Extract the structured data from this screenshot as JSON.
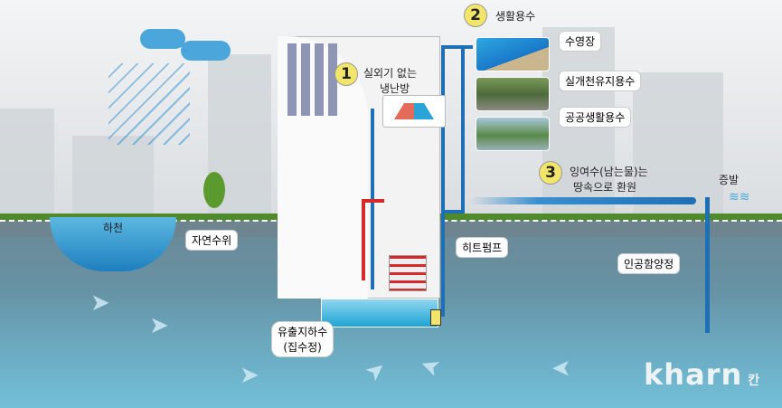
{
  "labels": {
    "step1_number": "1",
    "step1_text_line1": "실외기 없는",
    "step1_text_line2": "냉난방",
    "step2_number": "2",
    "step2_text": "생활용수",
    "uses": [
      "수영장",
      "실개천유지용수",
      "공공생활용수"
    ],
    "step3_number": "3",
    "step3_text_line1": "잉여수(남는물)는",
    "step3_text_line2": "땅속으로 환원",
    "evaporation": "증발",
    "river": "하천",
    "natural_water_level": "자연수위",
    "heat_pump": "히트펌프",
    "artificial_recharge_well": "인공함양정",
    "outflow_groundwater_line1": "유출지하수",
    "outflow_groundwater_line2": "(집수정)"
  },
  "logo": {
    "text": "kharn",
    "suffix": "칸"
  },
  "colors": {
    "pipe_cold": "#1f6fb5",
    "pipe_hot": "#d7282c",
    "badge": "#f1e66a"
  }
}
